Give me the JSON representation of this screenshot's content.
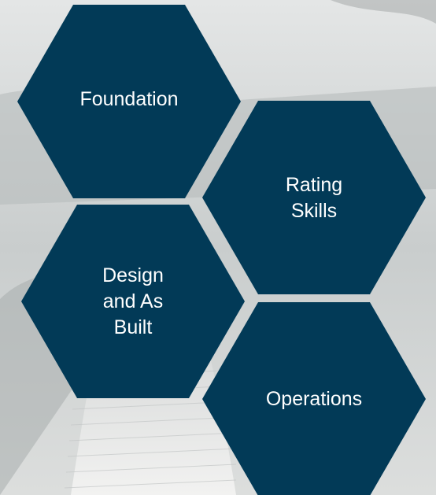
{
  "colors": {
    "hexagon_fill": "#023a57",
    "text": "#ffffff",
    "background": "#cfd3d3"
  },
  "hexagons": [
    {
      "label": "Foundation"
    },
    {
      "label": "Rating\nSkills"
    },
    {
      "label": "Design\nand As\nBuilt"
    },
    {
      "label": "Operations"
    }
  ]
}
